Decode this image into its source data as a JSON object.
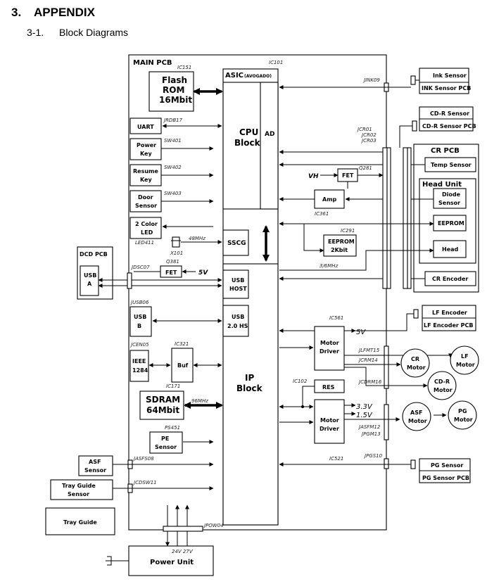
{
  "page": {
    "section_number": "3.",
    "section_title": "APPENDIX",
    "subsection_number": "3-1.",
    "subsection_title": "Block Diagrams"
  },
  "diagram": {
    "main_pcb": "MAIN PCB",
    "asic": "ASIC",
    "asic_sub": "(AVOGADO)",
    "ic101": "IC101",
    "cpu_block": [
      "CPU",
      "Block"
    ],
    "ad": "AD",
    "ip_block": [
      "IP",
      "Block"
    ],
    "flash": [
      "Flash",
      "ROM",
      "16Mbit"
    ],
    "ic151": "IC151",
    "uart": "UART",
    "jrdb17": "JRDB17",
    "power_key": [
      "Power",
      "Key"
    ],
    "sw401": "SW401",
    "resume_key": [
      "Resume",
      "Key"
    ],
    "sw402": "SW402",
    "door_sensor": [
      "Door",
      "Sensor"
    ],
    "sw403": "SW403",
    "led": [
      "2 Color",
      "LED"
    ],
    "led411": "LED411",
    "x101": "X101",
    "freq_48": "48MHz",
    "sscg": "SSCG",
    "usb_host": [
      "USB",
      "HOST"
    ],
    "usb20": [
      "USB",
      "2.0 HS"
    ],
    "fet_left": "FET",
    "q381": "Q381",
    "v5_left": "5V",
    "dcd_pcb": "DCD PCB",
    "usb_a": [
      "USB",
      "A"
    ],
    "jdsc07": "JDSC07",
    "usb_b": [
      "USB",
      "B"
    ],
    "jusb06": "JUSB06",
    "ieee": [
      "IEEE",
      "1284"
    ],
    "jcen05": "JCEN05",
    "buf": "Buf",
    "ic321": "IC321",
    "sdram": [
      "SDRAM",
      "64Mbit"
    ],
    "ic171": "IC171",
    "freq_96": "96MHz",
    "pe_sensor": [
      "PE",
      "Sensor"
    ],
    "ps451": "PS451",
    "asf_sensor": [
      "ASF",
      "Sensor"
    ],
    "jasfs08": "JASFS08",
    "tray_guide_sensor": [
      "Tray Guide",
      "Sensor"
    ],
    "jcdsw11": "JCDSW11",
    "tray_guide": "Tray Guide",
    "power_unit": "Power Unit",
    "v24_27": "24V 27V",
    "jpow04": "JPOW04",
    "ink_sensor": "Ink Sensor",
    "ink_sensor_pcb": "INK Sensor PCB",
    "jink09": "JINK09",
    "cdr_sensor": "CD-R Sensor",
    "cdr_sensor_pcb": "CD-R Sensor PCB",
    "jcr_refs": [
      "JCR01",
      "JCR02",
      "JCR03"
    ],
    "cr_pcb": "CR PCB",
    "temp_sensor": "Temp Sensor",
    "head_unit": "Head Unit",
    "diode_sensor": [
      "Diode",
      "Sensor"
    ],
    "eeprom_head": "EEPROM",
    "head": "Head",
    "vh": "VH",
    "fet_right": "FET",
    "q281": "Q281",
    "amp": "Amp",
    "ic361": "IC361",
    "eeprom2k": [
      "EEPROM",
      "2Kbit"
    ],
    "ic291": "IC291",
    "freq_36": "3/6MHz",
    "cr_encoder": "CR Encoder",
    "lf_encoder": "LF Encoder",
    "lf_encoder_pcb": "LF Encoder PCB",
    "motor_driver_1": [
      "Motor",
      "Driver"
    ],
    "ic561": "IC561",
    "v5_right": "5V",
    "jlfmt15": "JLFMT15",
    "jcrm14": "JCRM14",
    "jcdrm16": "JCDRM16",
    "cr_motor": [
      "CR",
      "Motor"
    ],
    "lf_motor": [
      "LF",
      "Motor"
    ],
    "cdr_motor": [
      "CD-R",
      "Motor"
    ],
    "ic102": "IC102",
    "res": "RES",
    "v33": "3.3V",
    "v15": "1.5V",
    "motor_driver_2": [
      "Motor",
      "Driver"
    ],
    "ic521": "IC521",
    "jasfm12": "JASFM12",
    "jpgm13": "JPGM13",
    "asf_motor": [
      "ASF",
      "Motor"
    ],
    "pg_motor": [
      "PG",
      "Motor"
    ],
    "jpgs10": "JPGS10",
    "pg_sensor": "PG Sensor",
    "pg_sensor_pcb": "PG Sensor PCB"
  }
}
